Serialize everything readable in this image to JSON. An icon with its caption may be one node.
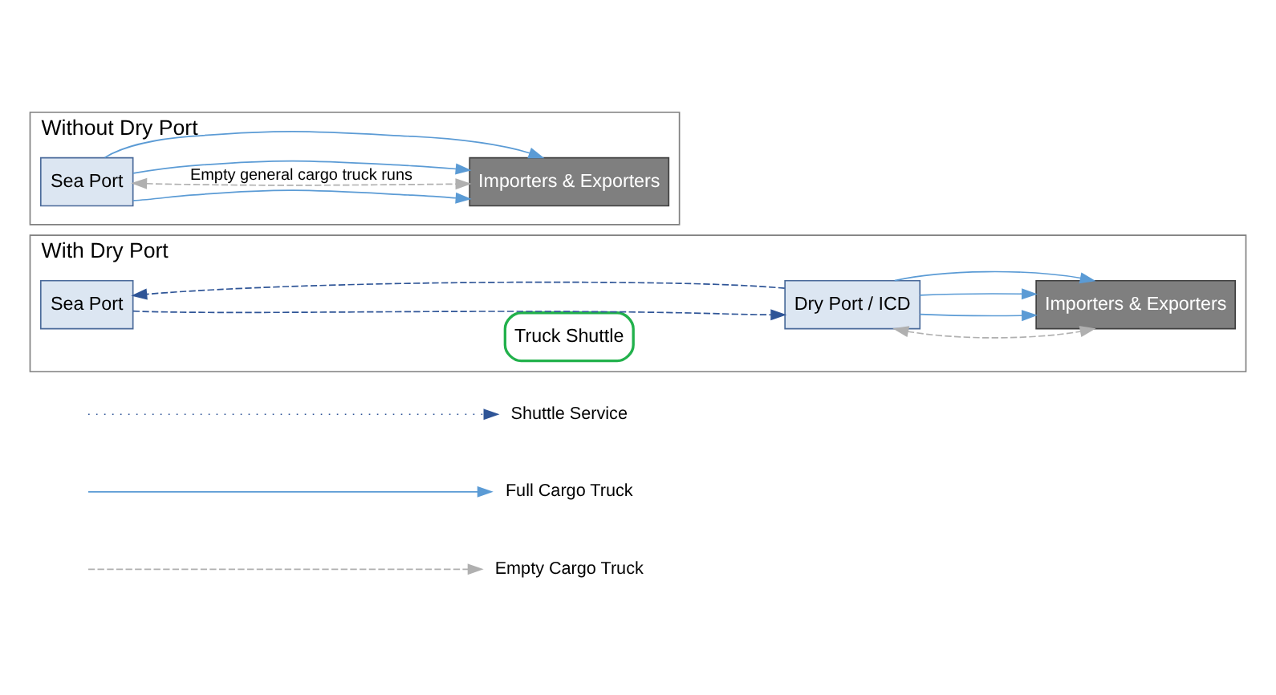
{
  "diagram": {
    "nodes": [
      {
        "text": [
          "Without Dry Port"
        ]
      },
      {
        "text": [
          "Sea Port"
        ],
        "in": 0
      },
      {
        "text": [
          "Importers & Exporters"
        ],
        "in": 0
      },
      {
        "text": [
          "With Dry Port"
        ]
      },
      {
        "text": [
          "Sea Port"
        ],
        "in": 3
      },
      {
        "text": [
          "Truck Shuttle"
        ],
        "in": 3
      },
      {
        "text": [
          "Dry Port / ICD"
        ],
        "in": 3
      },
      {
        "text": [
          "Importers & Exporters"
        ],
        "in": 3
      }
    ],
    "edges": [
      {
        "from": 1,
        "to": 2,
        "arrow": "both",
        "label": "Empty general cargo truck runs",
        "style": "dashed",
        "color": "#b0b0b0"
      },
      {
        "from": 1,
        "to": 2,
        "arrow": "to"
      },
      {
        "from": 1,
        "to": 2,
        "arrow": "to"
      },
      {
        "from": 1,
        "to": 2,
        "arrow": "to"
      },
      {
        "from": 6,
        "to": 4,
        "arrow": "to",
        "style": "dashed",
        "color": "#2f5597"
      },
      {
        "from": 4,
        "to": 6,
        "arrow": "to",
        "style": "dashed",
        "color": "#2f5597"
      },
      {
        "from": 6,
        "to": 7,
        "arrow": "both",
        "style": "dashed",
        "color": "#b0b0b0"
      },
      {
        "from": 6,
        "to": 7,
        "arrow": "to"
      },
      {
        "from": 6,
        "to": 7,
        "arrow": "to"
      },
      {
        "from": 6,
        "to": 7,
        "arrow": "to"
      }
    ],
    "legend": [
      {
        "text": "Shuttle Service"
      },
      {
        "text": "Full Cargo Truck"
      },
      {
        "text": "Empty Cargo Truck"
      }
    ]
  }
}
